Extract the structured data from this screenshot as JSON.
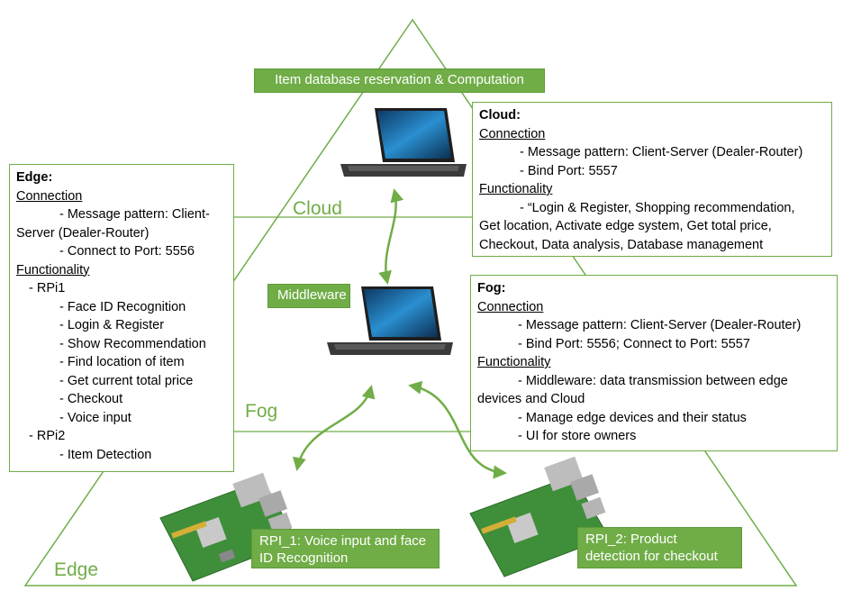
{
  "title": "Item database reservation & Computation",
  "layers": {
    "cloud": "Cloud",
    "fog": "Fog",
    "edge": "Edge"
  },
  "middleware_label": "Middleware",
  "edge_box": {
    "title": "Edge:",
    "connection_heading": "Connection",
    "connection_lines": [
      "- Message pattern: Client-",
      "Server (Dealer-Router)",
      "- Connect to Port: 5556"
    ],
    "functionality_heading": "Functionality",
    "rpi1_label": "- RPi1",
    "rpi1_items": [
      "- Face ID Recognition",
      "- Login & Register",
      "- Show Recommendation",
      "- Find location of item",
      "- Get current total price",
      "- Checkout",
      "- Voice input"
    ],
    "rpi2_label": "- RPi2",
    "rpi2_items": [
      "- Item Detection"
    ]
  },
  "cloud_box": {
    "title": "Cloud:",
    "connection_heading": "Connection",
    "connection_lines": [
      "- Message pattern: Client-Server (Dealer-Router)",
      "- Bind Port: 5557"
    ],
    "functionality_heading": "Functionality",
    "functionality_lines": [
      "- “Login & Register, Shopping recommendation,",
      "Get location,  Activate edge system, Get total price,",
      "Checkout, Data analysis, Database management"
    ]
  },
  "fog_box": {
    "title": "Fog:",
    "connection_heading": "Connection",
    "connection_lines": [
      "- Message pattern: Client-Server (Dealer-Router)",
      "- Bind Port: 5556; Connect to Port: 5557"
    ],
    "functionality_heading": "Functionality",
    "functionality_lines": [
      "- Middleware: data transmission between edge",
      "devices and Cloud",
      "- Manage edge devices and their status",
      "- UI for store owners"
    ]
  },
  "rpi1_label": [
    "RPI_1: Voice input and face",
    "ID Recognition"
  ],
  "rpi2_label": [
    "RPI_2: Product",
    "detection for checkout"
  ],
  "colors": {
    "accent_green": "#70ad47",
    "laptop_dark": "#2b2b2b",
    "screen_blue": "#1f6fb2",
    "pcb_green": "#3f8f3a"
  },
  "icons": [
    "laptop-icon",
    "raspberry-pi-board-icon"
  ]
}
